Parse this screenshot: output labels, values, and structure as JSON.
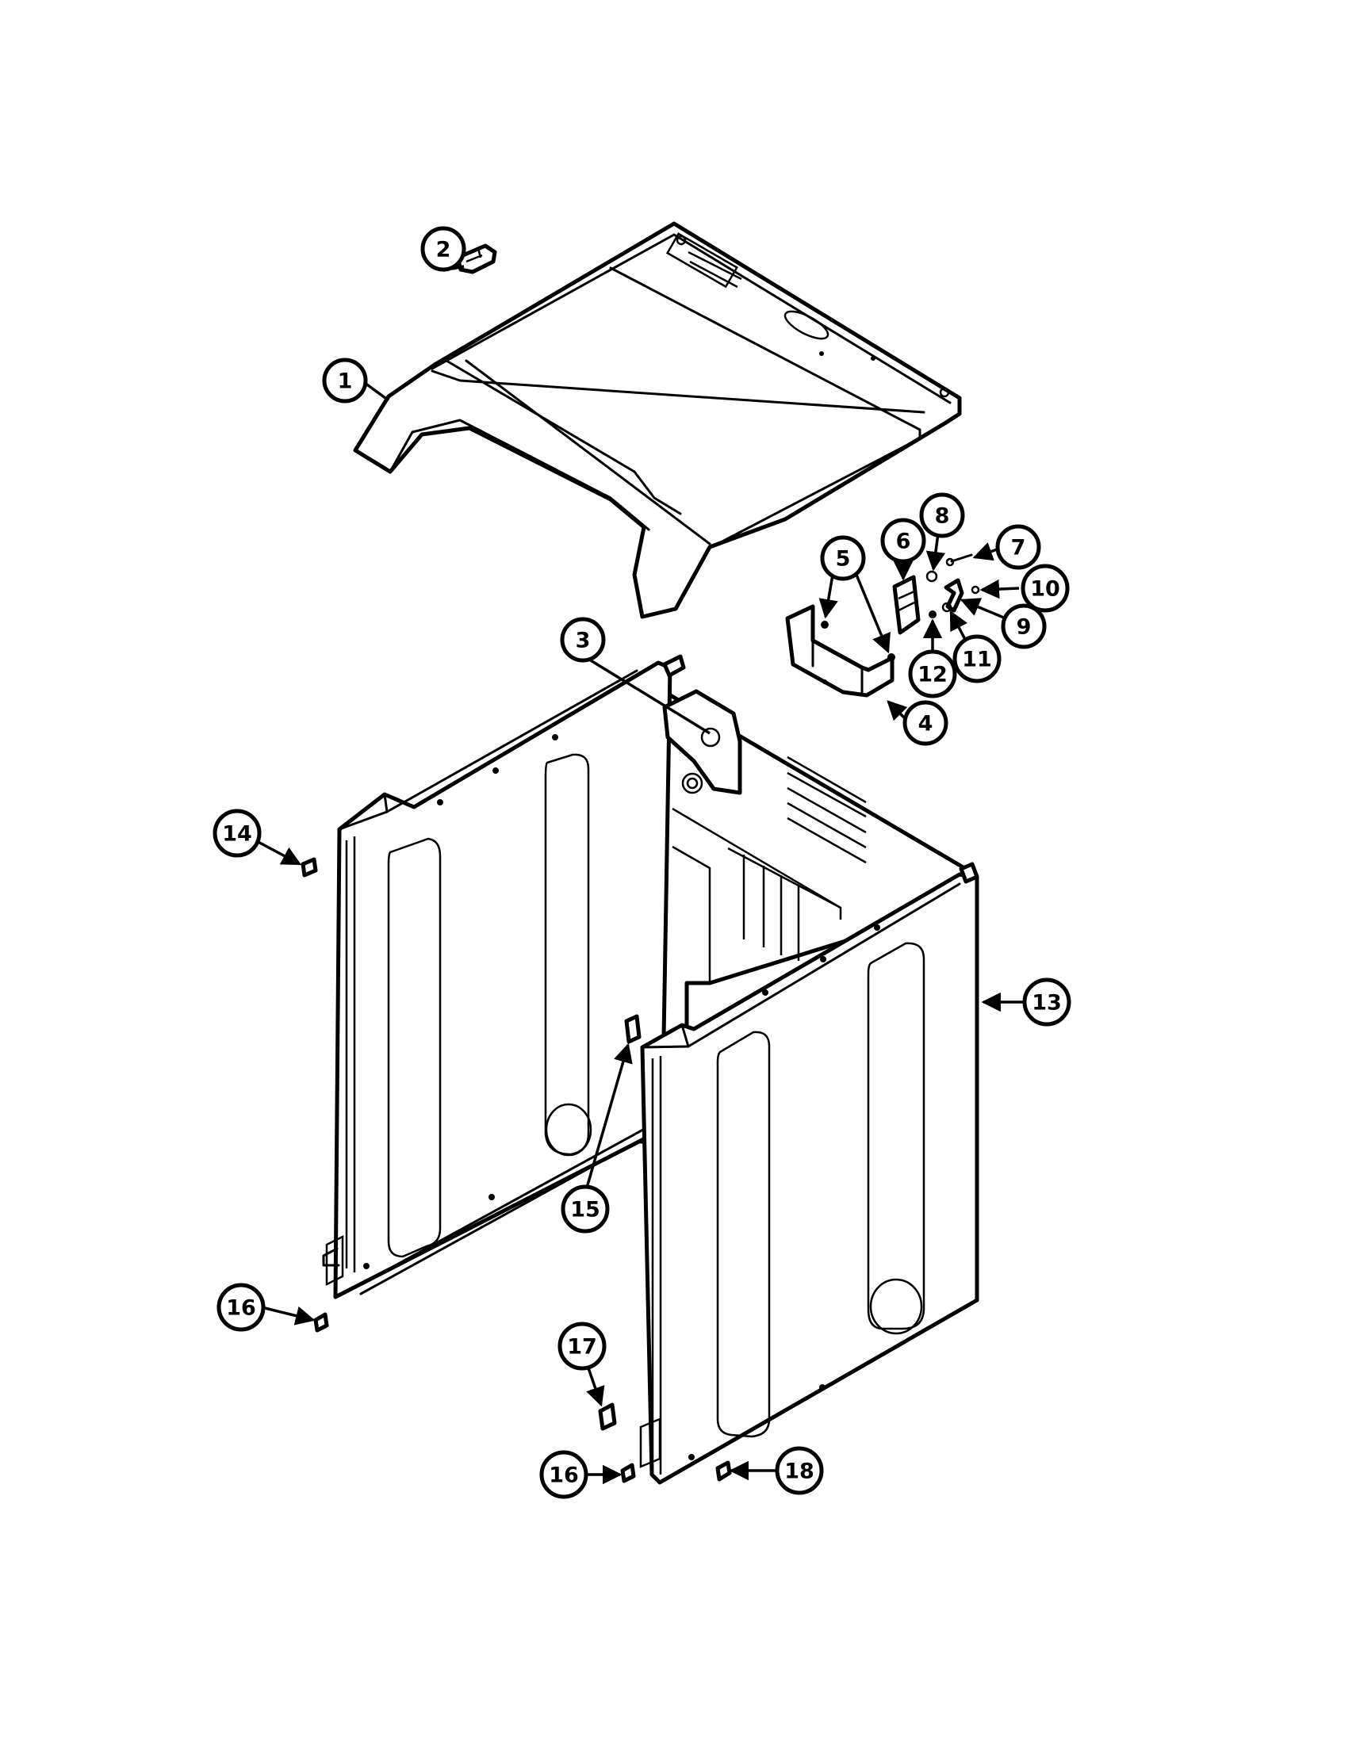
{
  "callouts": [
    {
      "id": "c1",
      "label": "1"
    },
    {
      "id": "c2",
      "label": "2"
    },
    {
      "id": "c3",
      "label": "3"
    },
    {
      "id": "c4",
      "label": "4"
    },
    {
      "id": "c5",
      "label": "5"
    },
    {
      "id": "c6",
      "label": "6"
    },
    {
      "id": "c7",
      "label": "7"
    },
    {
      "id": "c8",
      "label": "8"
    },
    {
      "id": "c9",
      "label": "9"
    },
    {
      "id": "c10",
      "label": "10"
    },
    {
      "id": "c11",
      "label": "11"
    },
    {
      "id": "c12",
      "label": "12"
    },
    {
      "id": "c13",
      "label": "13"
    },
    {
      "id": "c14",
      "label": "14"
    },
    {
      "id": "c15",
      "label": "15"
    },
    {
      "id": "c16a",
      "label": "16"
    },
    {
      "id": "c16b",
      "label": "16"
    },
    {
      "id": "c17",
      "label": "17"
    },
    {
      "id": "c18",
      "label": "18"
    }
  ]
}
